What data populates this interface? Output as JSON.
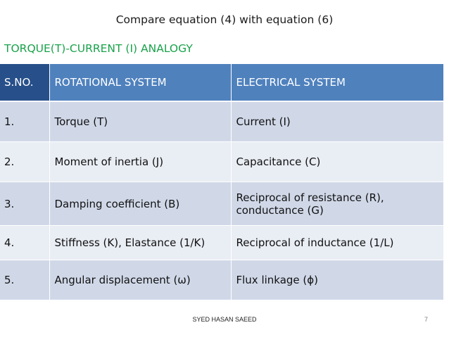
{
  "heading": "Compare equation (4) with equation (6)",
  "subtitle": "TORQUE(T)-CURRENT (I) ANALOGY",
  "table": {
    "headers": [
      "S.NO.",
      "ROTATIONAL SYSTEM",
      "ELECTRICAL SYSTEM"
    ],
    "rows": [
      [
        "1.",
        "Torque (T)",
        "Current (I)"
      ],
      [
        "2.",
        "Moment of inertia (J)",
        "Capacitance (C)"
      ],
      [
        "3.",
        "Damping coefficient (B)",
        "Reciprocal of resistance (R), conductance (G)"
      ],
      [
        "4.",
        "Stiffness (K), Elastance (1/K)",
        "Reciprocal of inductance (1/L)"
      ],
      [
        "5.",
        "Angular displacement (ω)",
        "Flux linkage (ϕ)"
      ]
    ]
  },
  "footer": {
    "author": "SYED HASAN SAEED",
    "page_number": "7"
  }
}
